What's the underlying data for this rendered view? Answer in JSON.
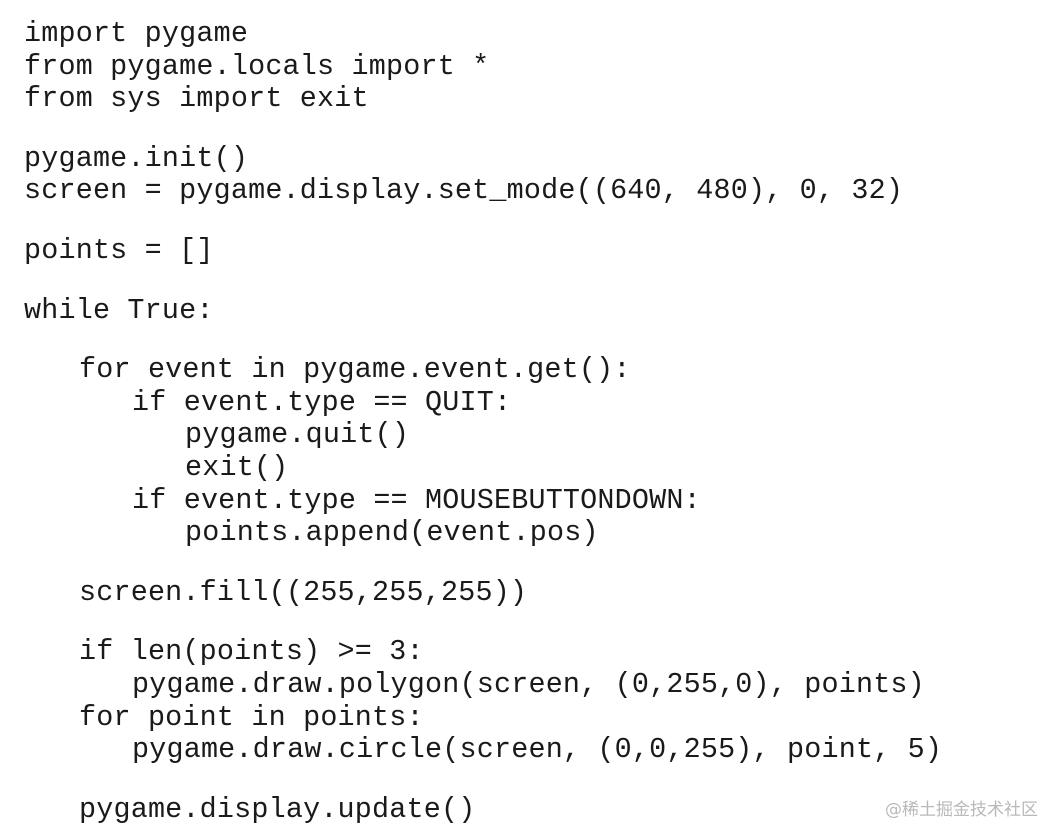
{
  "code": {
    "line_01": "import pygame",
    "line_02": "from pygame.locals import *",
    "line_03": "from sys import exit",
    "line_04": "pygame.init()",
    "line_05": "screen = pygame.display.set_mode((640, 480), 0, 32)",
    "line_06": "points = []",
    "line_07": "while True:",
    "line_08": "for event in pygame.event.get():",
    "line_09": "if event.type == QUIT:",
    "line_10": "pygame.quit()",
    "line_11": "exit()",
    "line_12": "if event.type == MOUSEBUTTONDOWN:",
    "line_13": "points.append(event.pos)",
    "line_14": "screen.fill((255,255,255))",
    "line_15": "if len(points) >= 3:",
    "line_16": "pygame.draw.polygon(screen, (0,255,0), points)",
    "line_17": "for point in points:",
    "line_18": "pygame.draw.circle(screen, (0,0,255), point, 5)",
    "line_19": "pygame.display.update()"
  },
  "watermark": "@稀土掘金技术社区"
}
